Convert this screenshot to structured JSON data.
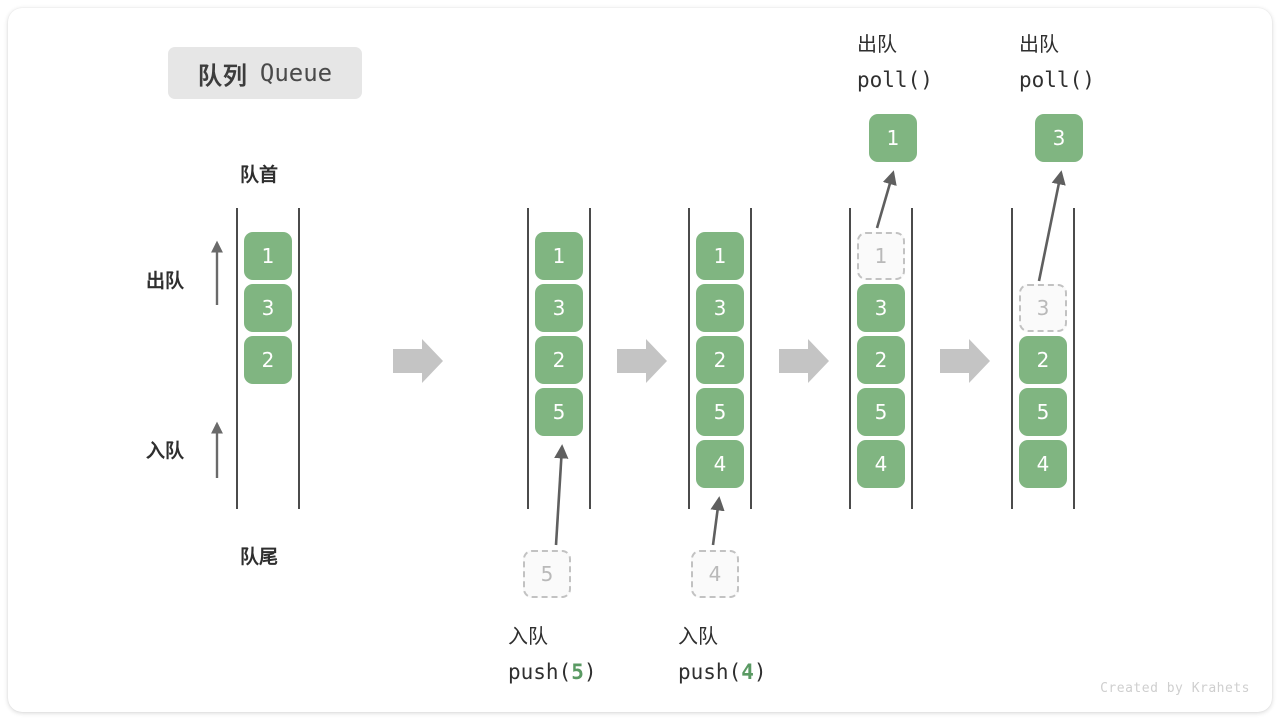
{
  "figure": {
    "title_cn": "队列",
    "title_en": "Queue",
    "head_label": "队首",
    "tail_label": "队尾",
    "dequeue_label": "出队",
    "enqueue_label": "入队",
    "watermark": "Created by Krahets",
    "colors": {
      "cell_fill": "#80b581",
      "cell_text": "#ffffff",
      "ghost_border": "#c2c2c2",
      "ghost_text": "#b9b9b9",
      "tube_wall": "#4b4b4b",
      "step_arrow": "#c4c4c4",
      "thin_arrow": "#5f5f5f",
      "title_chip_bg": "#e6e6e6",
      "text": "#2f2f2f",
      "accent_green": "#5a9a63"
    }
  },
  "steps": [
    {
      "name": "initial",
      "cells": [
        "1",
        "3",
        "2"
      ],
      "ghost_index": -1,
      "staged": null,
      "staged_caption_cn": null,
      "staged_caption_code": null,
      "popped": null,
      "popped_caption_cn": null,
      "popped_caption_code": null
    },
    {
      "name": "after-push-5",
      "cells": [
        "1",
        "3",
        "2",
        "5"
      ],
      "ghost_index": -1,
      "staged": "5",
      "staged_caption_cn": "入队",
      "staged_caption_code": "push(5)",
      "staged_caption_arg": "5",
      "popped": null
    },
    {
      "name": "after-push-4",
      "cells": [
        "1",
        "3",
        "2",
        "5",
        "4"
      ],
      "ghost_index": -1,
      "staged": "4",
      "staged_caption_cn": "入队",
      "staged_caption_code": "push(4)",
      "staged_caption_arg": "4",
      "popped": null
    },
    {
      "name": "after-poll-1",
      "cells": [
        "1",
        "3",
        "2",
        "5",
        "4"
      ],
      "ghost_index": 0,
      "staged": null,
      "popped": "1",
      "popped_caption_cn": "出队",
      "popped_caption_code": "poll()"
    },
    {
      "name": "after-poll-3",
      "cells": [
        "",
        "3",
        "2",
        "5",
        "4"
      ],
      "ghost_index": 1,
      "staged": null,
      "popped": "3",
      "popped_caption_cn": "出队",
      "popped_caption_code": "poll()"
    }
  ],
  "step_arrows": [
    "step-arrow-1",
    "step-arrow-2",
    "step-arrow-3",
    "step-arrow-4"
  ]
}
